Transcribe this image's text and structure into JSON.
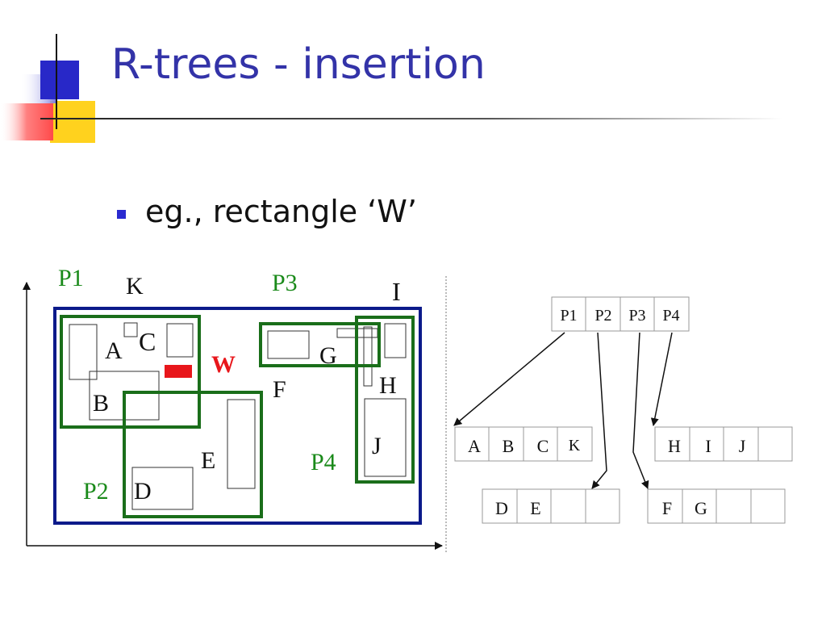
{
  "slide": {
    "title": "R-trees - insertion",
    "bullet": "eg.,  rectangle ‘W’"
  },
  "colors": {
    "title": "#3333a8",
    "bullet": "#2a2ad0",
    "region_border": "#0b1a8a",
    "group_border": "#1a6e1a",
    "group_label": "#1a8a1a",
    "new_rect": "#e8161b"
  },
  "diagram": {
    "group_labels": {
      "p1": "P1",
      "p2": "P2",
      "p3": "P3",
      "p4": "P4"
    },
    "object_labels": {
      "a": "A",
      "b": "B",
      "c": "C",
      "d": "D",
      "e": "E",
      "f": "F",
      "g": "G",
      "h": "H",
      "i": "I",
      "j": "J",
      "k": "K",
      "w": "W"
    }
  },
  "tree": {
    "root": [
      "P1",
      "P2",
      "P3",
      "P4"
    ],
    "leaf_p1": [
      "A",
      "B",
      "C",
      "K"
    ],
    "leaf_p2": [
      "D",
      "E",
      "",
      ""
    ],
    "leaf_p3": [
      "F",
      "G",
      "",
      ""
    ],
    "leaf_p4": [
      "H",
      "I",
      "J",
      ""
    ]
  }
}
